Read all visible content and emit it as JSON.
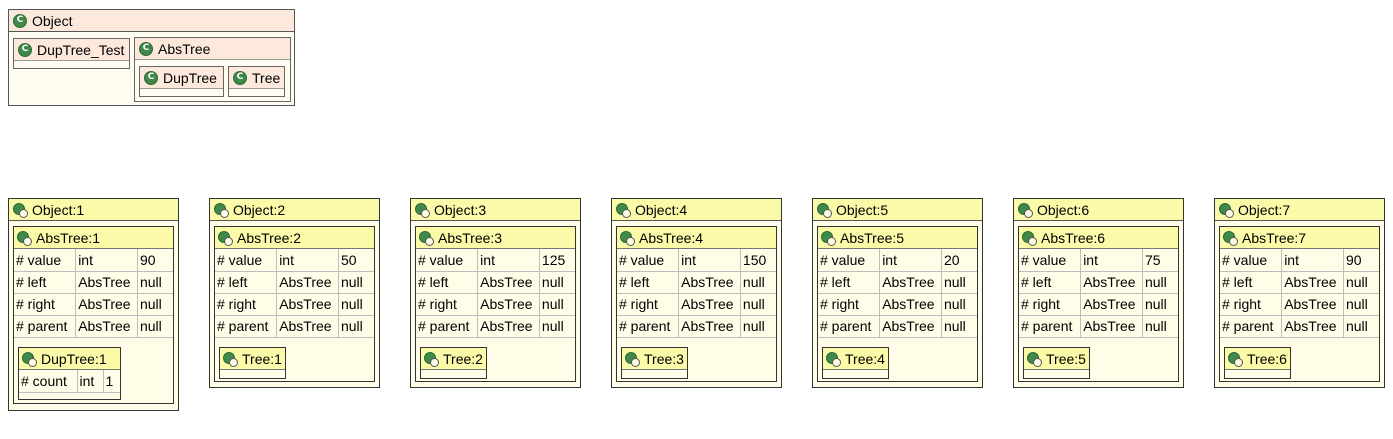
{
  "hierarchy": {
    "root": "Object",
    "children": [
      {
        "name": "DupTree_Test"
      },
      {
        "name": "AbsTree",
        "children": [
          {
            "name": "DupTree"
          },
          {
            "name": "Tree"
          }
        ]
      }
    ]
  },
  "objects": [
    {
      "title": "Object:1",
      "part": "AbsTree:1",
      "fields": [
        [
          "# value",
          "int",
          "90"
        ],
        [
          "# left",
          "AbsTree",
          "null"
        ],
        [
          "# right",
          "AbsTree",
          "null"
        ],
        [
          "# parent",
          "AbsTree",
          "null"
        ]
      ],
      "sub": {
        "title": "DupTree:1",
        "fields": [
          [
            "# count",
            "int",
            "1"
          ]
        ]
      }
    },
    {
      "title": "Object:2",
      "part": "AbsTree:2",
      "fields": [
        [
          "# value",
          "int",
          "50"
        ],
        [
          "# left",
          "AbsTree",
          "null"
        ],
        [
          "# right",
          "AbsTree",
          "null"
        ],
        [
          "# parent",
          "AbsTree",
          "null"
        ]
      ],
      "sub": {
        "title": "Tree:1",
        "fields": []
      }
    },
    {
      "title": "Object:3",
      "part": "AbsTree:3",
      "fields": [
        [
          "# value",
          "int",
          "125"
        ],
        [
          "# left",
          "AbsTree",
          "null"
        ],
        [
          "# right",
          "AbsTree",
          "null"
        ],
        [
          "# parent",
          "AbsTree",
          "null"
        ]
      ],
      "sub": {
        "title": "Tree:2",
        "fields": []
      }
    },
    {
      "title": "Object:4",
      "part": "AbsTree:4",
      "fields": [
        [
          "# value",
          "int",
          "150"
        ],
        [
          "# left",
          "AbsTree",
          "null"
        ],
        [
          "# right",
          "AbsTree",
          "null"
        ],
        [
          "# parent",
          "AbsTree",
          "null"
        ]
      ],
      "sub": {
        "title": "Tree:3",
        "fields": []
      }
    },
    {
      "title": "Object:5",
      "part": "AbsTree:5",
      "fields": [
        [
          "# value",
          "int",
          "20"
        ],
        [
          "# left",
          "AbsTree",
          "null"
        ],
        [
          "# right",
          "AbsTree",
          "null"
        ],
        [
          "# parent",
          "AbsTree",
          "null"
        ]
      ],
      "sub": {
        "title": "Tree:4",
        "fields": []
      }
    },
    {
      "title": "Object:6",
      "part": "AbsTree:6",
      "fields": [
        [
          "# value",
          "int",
          "75"
        ],
        [
          "# left",
          "AbsTree",
          "null"
        ],
        [
          "# right",
          "AbsTree",
          "null"
        ],
        [
          "# parent",
          "AbsTree",
          "null"
        ]
      ],
      "sub": {
        "title": "Tree:5",
        "fields": []
      }
    },
    {
      "title": "Object:7",
      "part": "AbsTree:7",
      "fields": [
        [
          "# value",
          "int",
          "90"
        ],
        [
          "# left",
          "AbsTree",
          "null"
        ],
        [
          "# right",
          "AbsTree",
          "null"
        ],
        [
          "# parent",
          "AbsTree",
          "null"
        ]
      ],
      "sub": {
        "title": "Tree:6",
        "fields": []
      }
    }
  ],
  "colors": {
    "class_header": "#fde9dc",
    "object_header": "#fbfaa9",
    "object_body": "#fffde8",
    "class_icon": "#3f8a4a"
  },
  "icons": {
    "class": "class-icon",
    "object": "object-icon"
  }
}
